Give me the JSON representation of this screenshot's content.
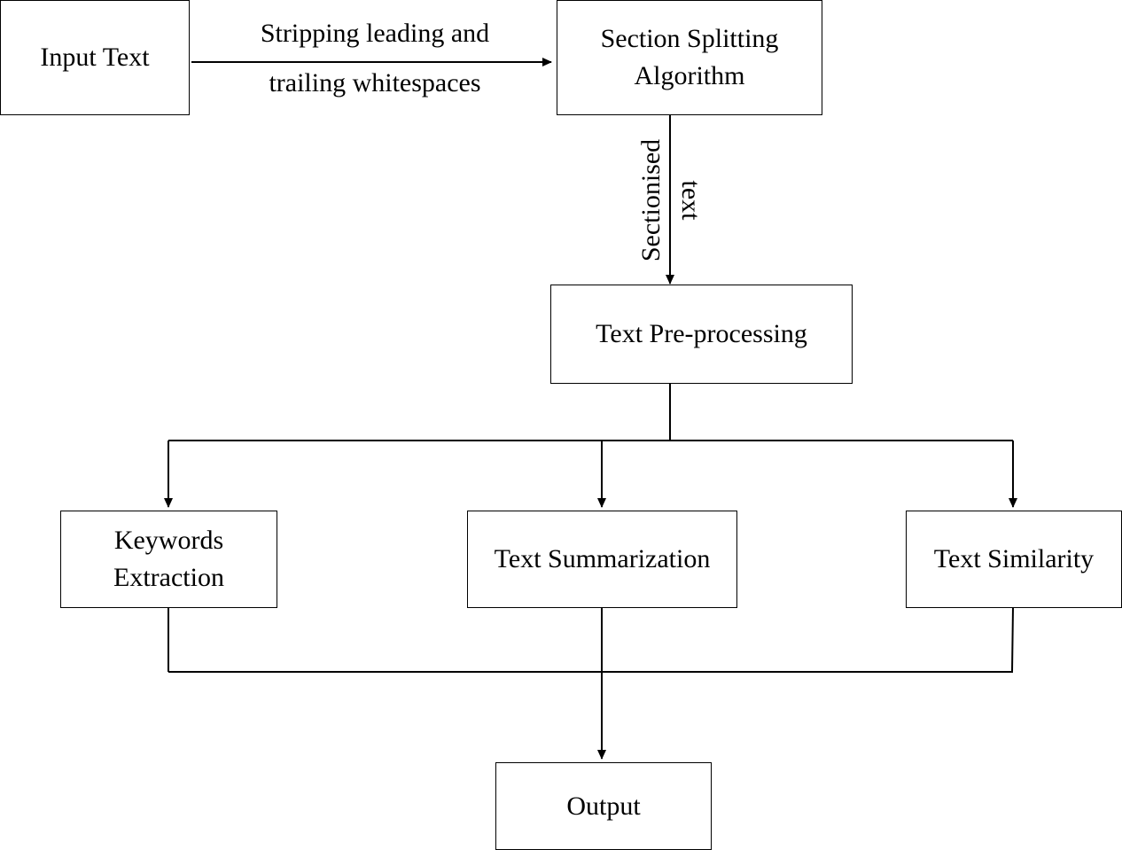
{
  "nodes": {
    "input_text": {
      "lines": [
        "Input Text"
      ]
    },
    "section_splitting": {
      "lines": [
        "Section Splitting",
        "Algorithm"
      ]
    },
    "text_preprocessing": {
      "lines": [
        "Text Pre-processing"
      ]
    },
    "keywords_extraction": {
      "lines": [
        "Keywords",
        "Extraction"
      ]
    },
    "text_summarization": {
      "lines": [
        "Text Summarization"
      ]
    },
    "text_similarity": {
      "lines": [
        "Text Similarity"
      ]
    },
    "output": {
      "lines": [
        "Output"
      ]
    }
  },
  "edges": {
    "strip_label": [
      "Stripping leading and",
      "trailing whitespaces"
    ],
    "sectionised_label": [
      "Sectionised",
      "text"
    ]
  },
  "colors": {
    "stroke": "#000000",
    "background": "#ffffff"
  }
}
